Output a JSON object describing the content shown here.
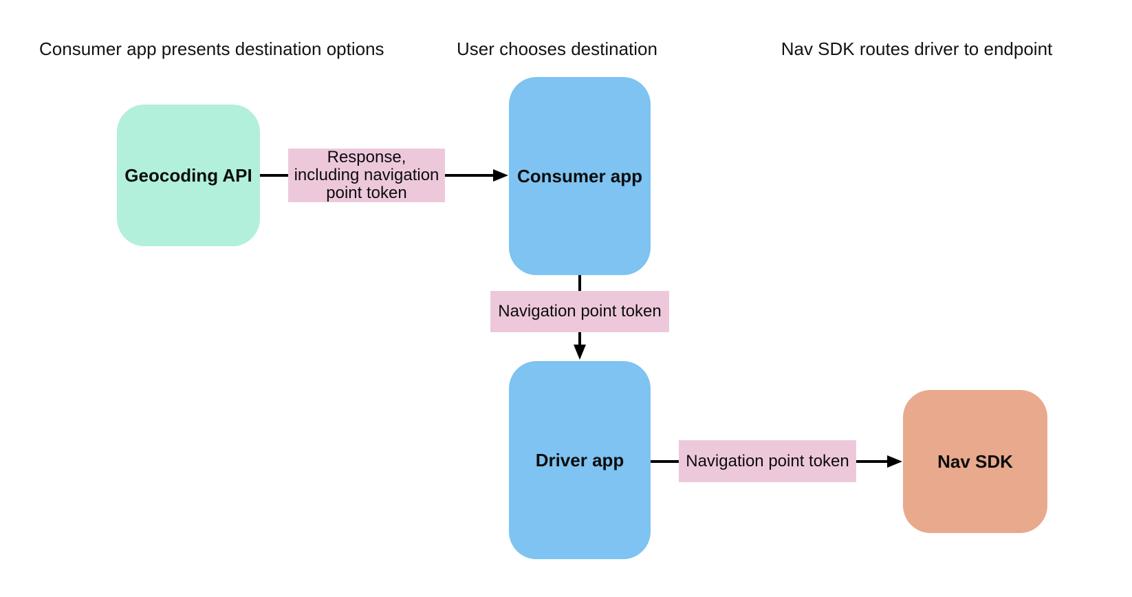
{
  "diagram": {
    "headers": [
      {
        "label": "Consumer app presents destination options"
      },
      {
        "label": "User chooses destination"
      },
      {
        "label": "Nav SDK routes driver to endpoint"
      }
    ],
    "nodes": [
      {
        "id": "geocoding-api",
        "label": "Geocoding API",
        "color": "#B2F0DB"
      },
      {
        "id": "consumer-app",
        "label": "Consumer app",
        "color": "#7EC3F1"
      },
      {
        "id": "driver-app",
        "label": "Driver app",
        "color": "#7EC3F1"
      },
      {
        "id": "nav-sdk",
        "label": "Nav SDK",
        "color": "#E9A98D"
      }
    ],
    "edges": [
      {
        "from": "geocoding-api",
        "to": "consumer-app",
        "label": "Response, including navigation point token"
      },
      {
        "from": "consumer-app",
        "to": "driver-app",
        "label": "Navigation point token"
      },
      {
        "from": "driver-app",
        "to": "nav-sdk",
        "label": "Navigation point token"
      }
    ],
    "colors": {
      "background": "#FFFFFF",
      "edge_label_bg": "#EDC8DB",
      "arrow": "#000000",
      "text": "#0C0C0C"
    }
  }
}
